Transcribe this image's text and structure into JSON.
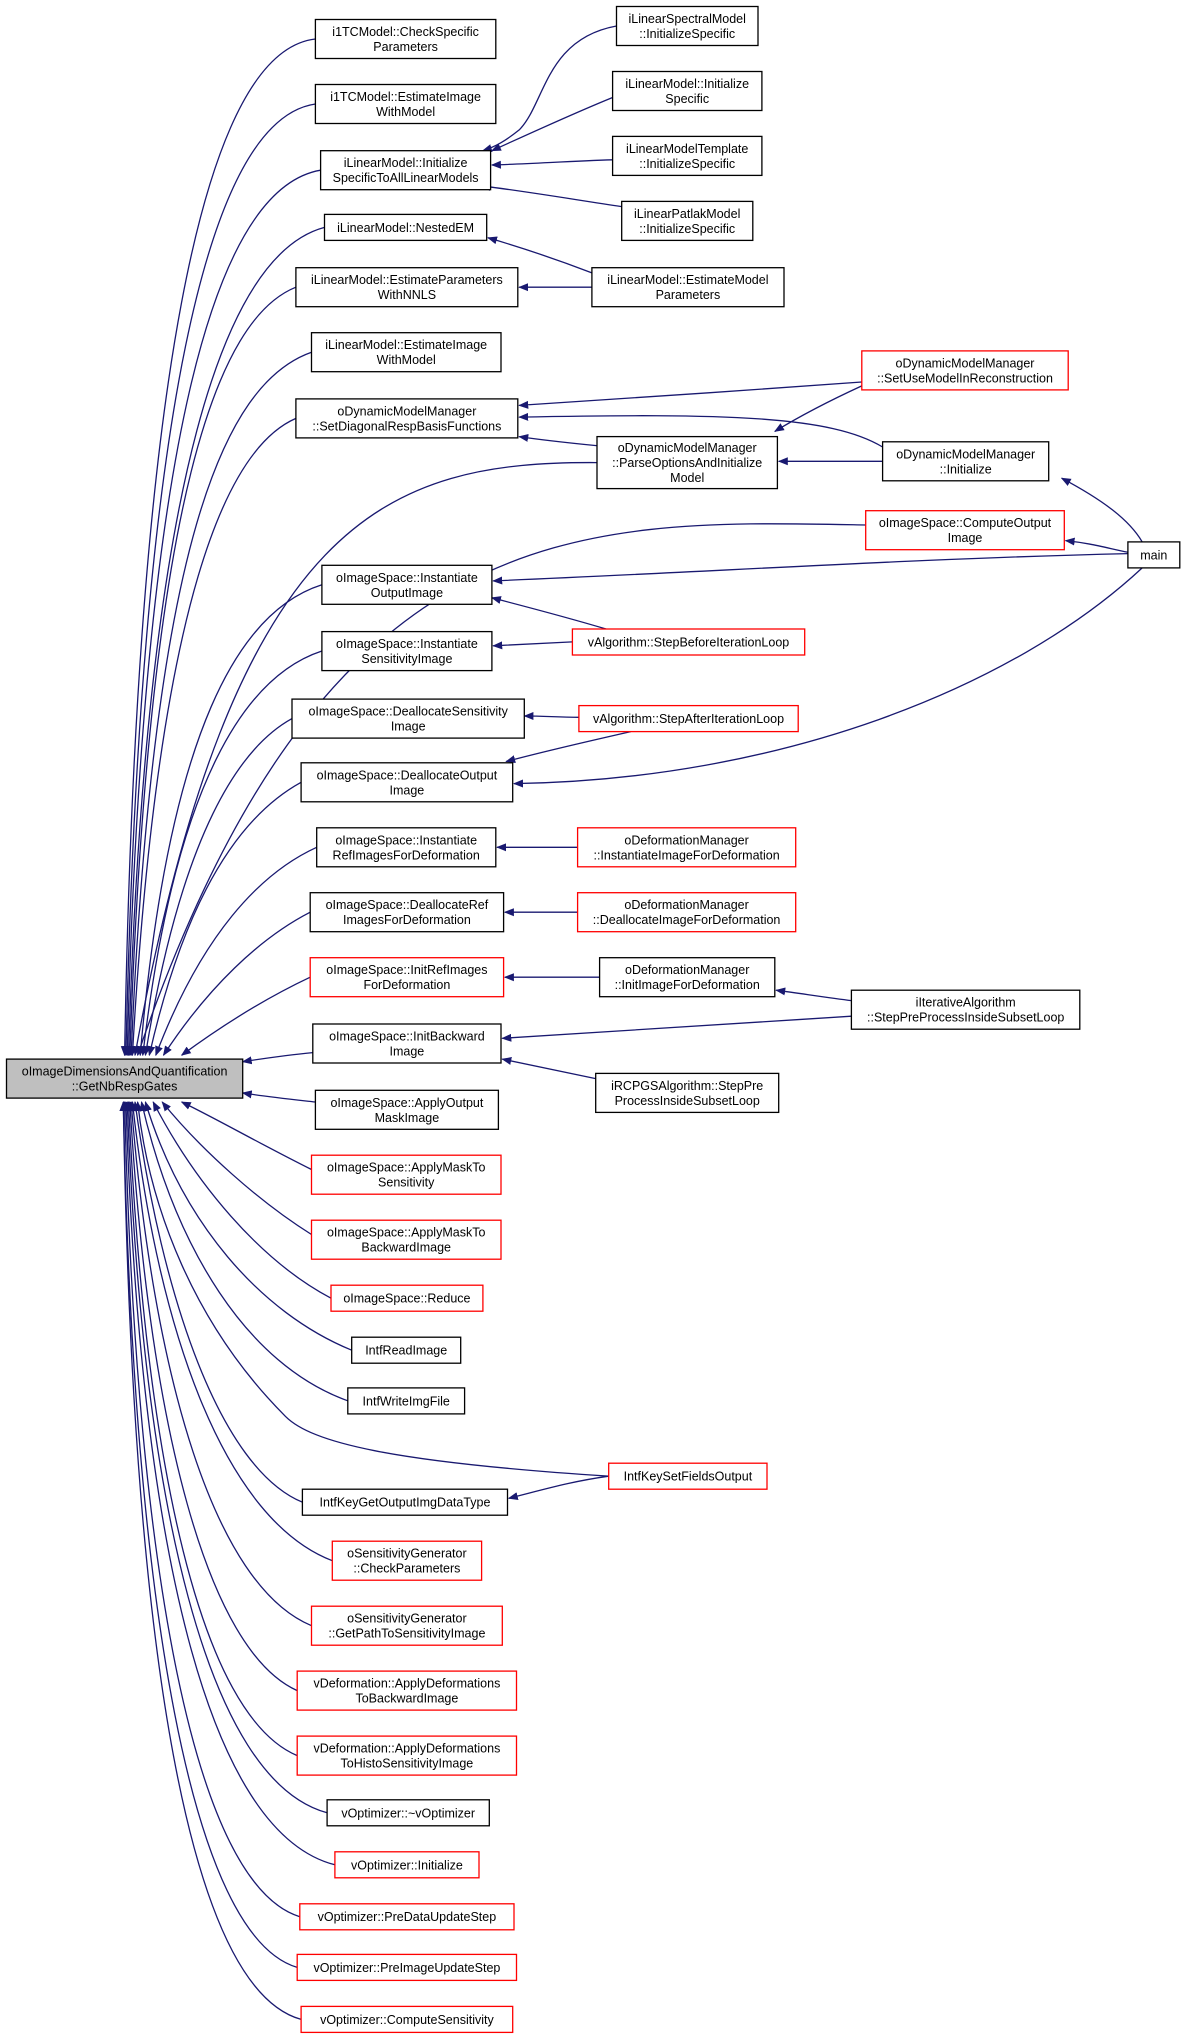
{
  "colors": {
    "edge": "#191970",
    "border_normal": "#000000",
    "border_truncated": "#ff0000",
    "root_fill": "#bfbfbf"
  },
  "nodes": {
    "root": {
      "lines": [
        "oImageDimensionsAndQuantification",
        "::GetNbRespGates"
      ],
      "kind": "root"
    },
    "i1tc_check": {
      "lines": [
        "i1TCModel::CheckSpecific",
        "Parameters"
      ],
      "kind": "normal"
    },
    "i1tc_est": {
      "lines": [
        "i1TCModel::EstimateImage",
        "WithModel"
      ],
      "kind": "normal"
    },
    "lin_init_all": {
      "lines": [
        "iLinearModel::Initialize",
        "SpecificToAllLinearModels"
      ],
      "kind": "normal"
    },
    "lin_nested": {
      "lines": [
        "iLinearModel::NestedEM"
      ],
      "kind": "normal"
    },
    "lin_est_param_nnls": {
      "lines": [
        "iLinearModel::EstimateParameters",
        "WithNNLS"
      ],
      "kind": "normal"
    },
    "lin_est_img": {
      "lines": [
        "iLinearModel::EstimateImage",
        "WithModel"
      ],
      "kind": "normal"
    },
    "dmm_setdiag": {
      "lines": [
        "oDynamicModelManager",
        "::SetDiagonalRespBasisFunctions"
      ],
      "kind": "normal"
    },
    "is_inst_out": {
      "lines": [
        "oImageSpace::Instantiate",
        "OutputImage"
      ],
      "kind": "normal"
    },
    "is_inst_sens": {
      "lines": [
        "oImageSpace::Instantiate",
        "SensitivityImage"
      ],
      "kind": "normal"
    },
    "is_dealloc_sens": {
      "lines": [
        "oImageSpace::DeallocateSensitivity",
        "Image"
      ],
      "kind": "normal"
    },
    "is_dealloc_out": {
      "lines": [
        "oImageSpace::DeallocateOutput",
        "Image"
      ],
      "kind": "normal"
    },
    "is_inst_ref": {
      "lines": [
        "oImageSpace::Instantiate",
        "RefImagesForDeformation"
      ],
      "kind": "normal"
    },
    "is_dealloc_ref": {
      "lines": [
        "oImageSpace::DeallocateRef",
        "ImagesForDeformation"
      ],
      "kind": "normal"
    },
    "is_init_ref": {
      "lines": [
        "oImageSpace::InitRefImages",
        "ForDeformation"
      ],
      "kind": "truncated"
    },
    "is_init_bwd": {
      "lines": [
        "oImageSpace::InitBackward",
        "Image"
      ],
      "kind": "normal"
    },
    "is_apply_out_mask": {
      "lines": [
        "oImageSpace::ApplyOutput",
        "MaskImage"
      ],
      "kind": "normal"
    },
    "is_apply_mask_sens": {
      "lines": [
        "oImageSpace::ApplyMaskTo",
        "Sensitivity"
      ],
      "kind": "truncated"
    },
    "is_apply_mask_bwd": {
      "lines": [
        "oImageSpace::ApplyMaskTo",
        "BackwardImage"
      ],
      "kind": "truncated"
    },
    "is_reduce": {
      "lines": [
        "oImageSpace::Reduce"
      ],
      "kind": "truncated"
    },
    "intf_read": {
      "lines": [
        "IntfReadImage"
      ],
      "kind": "normal"
    },
    "intf_write": {
      "lines": [
        "IntfWriteImgFile"
      ],
      "kind": "normal"
    },
    "intf_key_get": {
      "lines": [
        "IntfKeyGetOutputImgDataType"
      ],
      "kind": "normal"
    },
    "sg_check": {
      "lines": [
        "oSensitivityGenerator",
        "::CheckParameters"
      ],
      "kind": "truncated"
    },
    "sg_getpath": {
      "lines": [
        "oSensitivityGenerator",
        "::GetPathToSensitivityImage"
      ],
      "kind": "truncated"
    },
    "vdef_bwd": {
      "lines": [
        "vDeformation::ApplyDeformations",
        "ToBackwardImage"
      ],
      "kind": "truncated"
    },
    "vdef_histo": {
      "lines": [
        "vDeformation::ApplyDeformations",
        "ToHistoSensitivityImage"
      ],
      "kind": "truncated"
    },
    "vopt_dtor": {
      "lines": [
        "vOptimizer::~vOptimizer"
      ],
      "kind": "normal"
    },
    "vopt_init": {
      "lines": [
        "vOptimizer::Initialize"
      ],
      "kind": "truncated"
    },
    "vopt_predata": {
      "lines": [
        "vOptimizer::PreDataUpdateStep"
      ],
      "kind": "truncated"
    },
    "vopt_preimg": {
      "lines": [
        "vOptimizer::PreImageUpdateStep"
      ],
      "kind": "truncated"
    },
    "vopt_compsens": {
      "lines": [
        "vOptimizer::ComputeSensitivity"
      ],
      "kind": "truncated"
    },
    "ilsm_init": {
      "lines": [
        "iLinearSpectralModel",
        "::InitializeSpecific"
      ],
      "kind": "normal"
    },
    "ilm_init": {
      "lines": [
        "iLinearModel::Initialize",
        "Specific"
      ],
      "kind": "normal"
    },
    "ilmt_init": {
      "lines": [
        "iLinearModelTemplate",
        "::InitializeSpecific"
      ],
      "kind": "normal"
    },
    "ilpm_init": {
      "lines": [
        "iLinearPatlakModel",
        "::InitializeSpecific"
      ],
      "kind": "normal"
    },
    "ilm_estparams": {
      "lines": [
        "iLinearModel::EstimateModel",
        "Parameters"
      ],
      "kind": "normal"
    },
    "dmm_parse": {
      "lines": [
        "oDynamicModelManager",
        "::ParseOptionsAndInitialize",
        "Model"
      ],
      "kind": "normal"
    },
    "dmm_setuse": {
      "lines": [
        "oDynamicModelManager",
        "::SetUseModelInReconstruction"
      ],
      "kind": "truncated"
    },
    "dmm_init": {
      "lines": [
        "oDynamicModelManager",
        "::Initialize"
      ],
      "kind": "normal"
    },
    "is_compute_out": {
      "lines": [
        "oImageSpace::ComputeOutput",
        "Image"
      ],
      "kind": "truncated"
    },
    "main": {
      "lines": [
        "main"
      ],
      "kind": "normal"
    },
    "valg_before": {
      "lines": [
        "vAlgorithm::StepBeforeIterationLoop"
      ],
      "kind": "truncated"
    },
    "valg_after": {
      "lines": [
        "vAlgorithm::StepAfterIterationLoop"
      ],
      "kind": "truncated"
    },
    "odm_inst": {
      "lines": [
        "oDeformationManager",
        "::InstantiateImageForDeformation"
      ],
      "kind": "truncated"
    },
    "odm_dealloc": {
      "lines": [
        "oDeformationManager",
        "::DeallocateImageForDeformation"
      ],
      "kind": "truncated"
    },
    "odm_init": {
      "lines": [
        "oDeformationManager",
        "::InitImageForDeformation"
      ],
      "kind": "normal"
    },
    "iter_step": {
      "lines": [
        "iIterativeAlgorithm",
        "::StepPreProcessInsideSubsetLoop"
      ],
      "kind": "normal"
    },
    "rcpgs_step": {
      "lines": [
        "iRCPGSAlgorithm::StepPre",
        "ProcessInsideSubsetLoop"
      ],
      "kind": "normal"
    },
    "intf_key_set": {
      "lines": [
        "IntfKeySetFieldsOutput"
      ],
      "kind": "truncated"
    }
  },
  "edges": [
    [
      "i1tc_check",
      "root"
    ],
    [
      "i1tc_est",
      "root"
    ],
    [
      "lin_init_all",
      "root"
    ],
    [
      "lin_nested",
      "root"
    ],
    [
      "lin_est_param_nnls",
      "root"
    ],
    [
      "lin_est_img",
      "root"
    ],
    [
      "dmm_setdiag",
      "root"
    ],
    [
      "dmm_parse",
      "root"
    ],
    [
      "is_compute_out",
      "root"
    ],
    [
      "is_inst_out",
      "root"
    ],
    [
      "is_inst_sens",
      "root"
    ],
    [
      "is_dealloc_sens",
      "root"
    ],
    [
      "is_dealloc_out",
      "root"
    ],
    [
      "is_inst_ref",
      "root"
    ],
    [
      "is_dealloc_ref",
      "root"
    ],
    [
      "is_init_ref",
      "root"
    ],
    [
      "is_init_bwd",
      "root"
    ],
    [
      "is_apply_out_mask",
      "root"
    ],
    [
      "is_apply_mask_sens",
      "root"
    ],
    [
      "is_apply_mask_bwd",
      "root"
    ],
    [
      "is_reduce",
      "root"
    ],
    [
      "intf_read",
      "root"
    ],
    [
      "intf_write",
      "root"
    ],
    [
      "intf_key_set",
      "root"
    ],
    [
      "intf_key_get",
      "root"
    ],
    [
      "sg_check",
      "root"
    ],
    [
      "sg_getpath",
      "root"
    ],
    [
      "vdef_bwd",
      "root"
    ],
    [
      "vdef_histo",
      "root"
    ],
    [
      "vopt_dtor",
      "root"
    ],
    [
      "vopt_init",
      "root"
    ],
    [
      "vopt_predata",
      "root"
    ],
    [
      "vopt_preimg",
      "root"
    ],
    [
      "vopt_compsens",
      "root"
    ],
    [
      "ilsm_init",
      "lin_init_all"
    ],
    [
      "ilm_init",
      "lin_init_all"
    ],
    [
      "ilmt_init",
      "lin_init_all"
    ],
    [
      "ilpm_init",
      "lin_init_all"
    ],
    [
      "ilm_estparams",
      "lin_nested"
    ],
    [
      "ilm_estparams",
      "lin_est_param_nnls"
    ],
    [
      "dmm_setuse",
      "dmm_setdiag"
    ],
    [
      "dmm_parse",
      "dmm_setdiag"
    ],
    [
      "dmm_init",
      "dmm_setdiag"
    ],
    [
      "dmm_setuse",
      "dmm_parse"
    ],
    [
      "dmm_init",
      "dmm_parse"
    ],
    [
      "main",
      "dmm_init"
    ],
    [
      "main",
      "is_compute_out"
    ],
    [
      "main",
      "is_inst_out"
    ],
    [
      "valg_before",
      "is_inst_out"
    ],
    [
      "valg_before",
      "is_inst_sens"
    ],
    [
      "valg_after",
      "is_dealloc_sens"
    ],
    [
      "valg_after",
      "is_dealloc_out"
    ],
    [
      "main",
      "is_dealloc_out"
    ],
    [
      "odm_inst",
      "is_inst_ref"
    ],
    [
      "odm_dealloc",
      "is_dealloc_ref"
    ],
    [
      "odm_init",
      "is_init_ref"
    ],
    [
      "iter_step",
      "odm_init"
    ],
    [
      "iter_step",
      "is_init_bwd"
    ],
    [
      "rcpgs_step",
      "is_init_bwd"
    ],
    [
      "intf_key_set",
      "intf_key_get"
    ]
  ]
}
